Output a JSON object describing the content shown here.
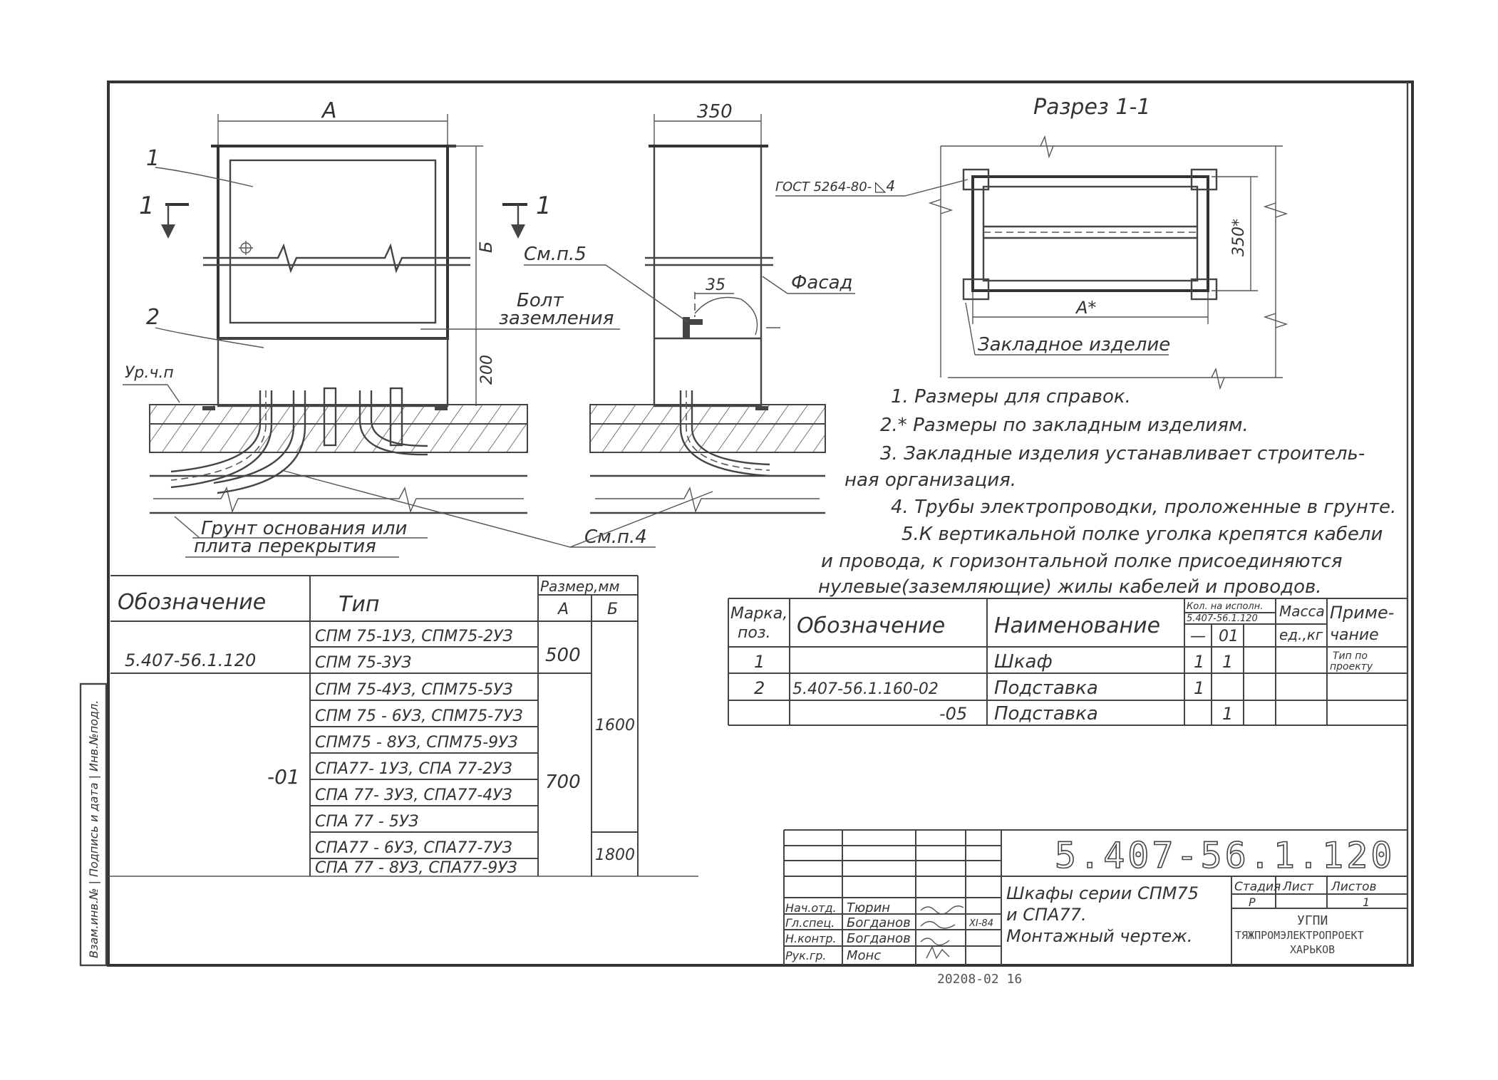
{
  "section": {
    "title": "Разрез 1-1",
    "gost": "ГОСТ 5264-80-",
    "weld": "◺4",
    "dim_350star": "350*",
    "dim_astar": "А*",
    "embedded": "Закладное изделие"
  },
  "front_view": {
    "dim_a": "А",
    "dim_b": "Б",
    "dim_200": "200",
    "pos1": "1",
    "pos2": "2",
    "cut_left": "1",
    "cut_right": "1",
    "bolt": "Болт",
    "grounding": "заземления",
    "level": "Ур.ч.п",
    "soil_line1": "Грунт основания или",
    "soil_line2": "плита перекрытия",
    "see_p4": "См.п.4",
    "see_p5": "См.п.5"
  },
  "side_view": {
    "dim_350": "350",
    "dim_35": "35",
    "facade": "Фасад"
  },
  "notes": [
    "1. Размеры для справок.",
    "2.* Размеры по закладным изделиям.",
    "3. Закладные изделия устанавливает строитель-",
    "ная организация.",
    "4. Трубы электропроводки, проложенные в грунте.",
    "5.К вертикальной полке уголка крепятся кабели",
    "и провода, к горизонтальной полке присоединяются",
    "нулевые(заземляющие) жилы кабелей и проводов."
  ],
  "types_table": {
    "headers": {
      "designation": "Обозначение",
      "type": "Тип",
      "size": "Размер,мм",
      "a": "А",
      "b": "Б"
    },
    "designation_main": "5.407-56.1.120",
    "designation_01": "-01",
    "rows": [
      "СПМ 75-1УЗ, СПМ75-2УЗ",
      "СПМ 75-3УЗ",
      "СПМ 75-4УЗ, СПМ75-5УЗ",
      "СПМ 75 - 6УЗ, СПМ75-7УЗ",
      "СПМ75 - 8УЗ, СПМ75-9УЗ",
      "СПА77- 1УЗ, СПА 77-2УЗ",
      "СПА 77- 3УЗ, СПА77-4УЗ",
      "СПА 77 - 5УЗ",
      "СПА77 - 6УЗ, СПА77-7УЗ",
      "СПА 77 - 8УЗ, СПА77-9УЗ"
    ],
    "a_500": "500",
    "a_700": "700",
    "b_1600": "1600",
    "b_1800": "1800"
  },
  "spec_table": {
    "headers": {
      "mark_line1": "Марка,",
      "mark_line2": "поз.",
      "designation": "Обозначение",
      "name": "Наименование",
      "qty_line1": "Кол. на исполн.",
      "qty_line2": "5.407-56.1.120",
      "qty_dash": "—",
      "qty_01": "01",
      "mass_line1": "Масса",
      "mass_line2": "ед.,кг",
      "note_line1": "Приме-",
      "note_line2": "чание"
    },
    "rows": [
      {
        "mark": "1",
        "designation": "",
        "name": "Шкаф",
        "q0": "1",
        "q1": "1",
        "note1": "Тип по",
        "note2": "проекту"
      },
      {
        "mark": "2",
        "designation": "5.407-56.1.160-02",
        "name": "Подставка",
        "q0": "1",
        "q1": "",
        "note1": "",
        "note2": ""
      },
      {
        "mark": "",
        "designation": "-05",
        "name": "Подставка",
        "q0": "",
        "q1": "1",
        "note1": "",
        "note2": ""
      }
    ]
  },
  "title_block": {
    "doc_number": "5.407-56.1.120",
    "title_line1": "Шкафы серии СПМ75",
    "title_line2": "и СПА77.",
    "title_line3": "Монтажный чертеж.",
    "stage_label": "Стадия",
    "sheet_label": "Лист",
    "sheets_label": "Листов",
    "stage": "Р",
    "sheets": "1",
    "org_line1": "УГПИ",
    "org_line2": "ТЯЖПРОМЭЛЕКТРОПРОЕКТ",
    "org_line3": "ХАРЬКОВ",
    "date": "XI-84",
    "roles": [
      {
        "role": "Нач.отд.",
        "name": "Тюрин"
      },
      {
        "role": "Гл.спец.",
        "name": "Богданов"
      },
      {
        "role": "Н.контр.",
        "name": "Богданов"
      },
      {
        "role": "Рук.гр.",
        "name": "Монс"
      }
    ]
  },
  "margin_stamp": "Взам.инв.№ | Подпись и дата | Инв.№подл.",
  "bottom_code": "20208-02 16"
}
